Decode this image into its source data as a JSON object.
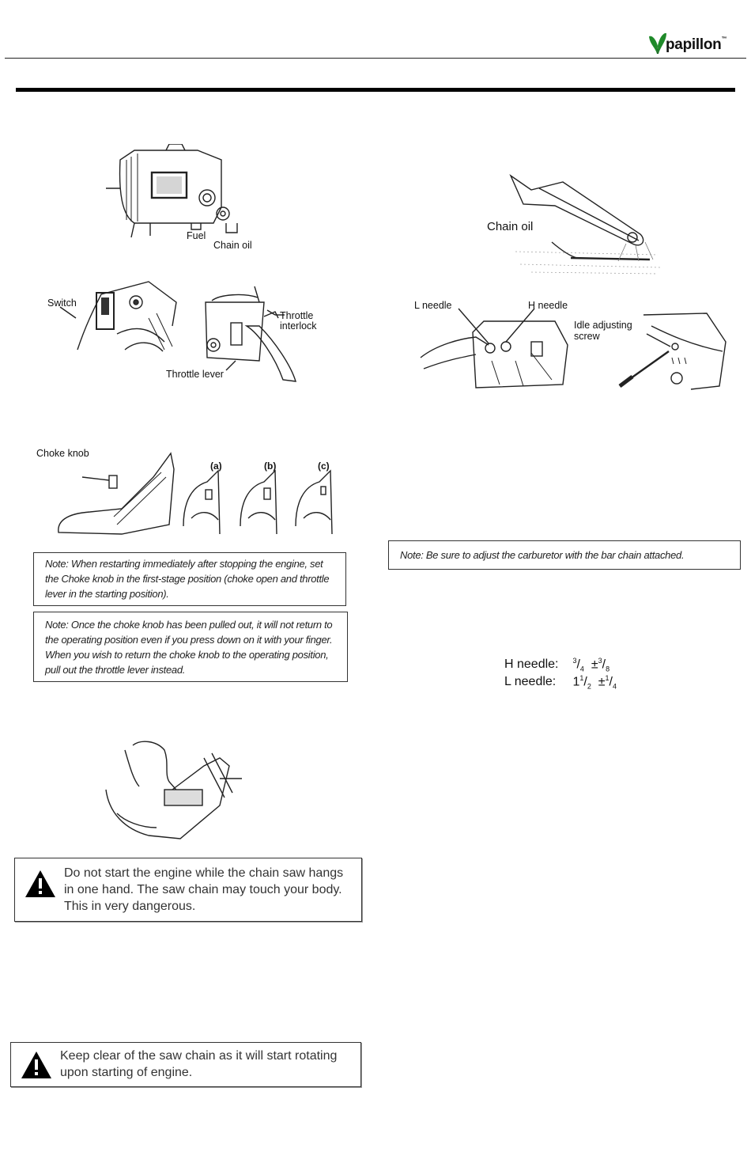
{
  "brand": {
    "name": "papillon",
    "tm": "™"
  },
  "figures": {
    "fuel_oil": {
      "fuel": "Fuel",
      "chain_oil": "Chain oil"
    },
    "switch_throttle": {
      "switch": "Switch",
      "throttle_interlock_1": "Throttle",
      "throttle_interlock_2": "interlock",
      "throttle_lever": "Throttle lever"
    },
    "choke": {
      "choke_knob": "Choke knob",
      "a": "(a)",
      "b": "(b)",
      "c": "(c)"
    },
    "bar_oil": {
      "chain_oil": "Chain oil"
    },
    "carburetor": {
      "l_needle": "L needle",
      "h_needle": "H needle",
      "idle_1": "Idle adjusting",
      "idle_2": "screw"
    }
  },
  "notes": {
    "restart": "Note: When restarting immediately after stopping the engine, set the Choke knob in the first-stage position (choke open and throttle lever in the starting position).",
    "choke_return": "Note: Once the choke knob has been pulled out, it will not return to the operating position even if you press down on it with your finger. When you wish to return the choke knob to the operating position, pull out the throttle lever instead.",
    "carburetor": "Note: Be sure to adjust the carburetor with the bar chain attached."
  },
  "warnings": {
    "one_hand": "Do not start the engine while the chain saw hangs in one hand. The saw chain may touch your body. This in very dangerous.",
    "keep_clear": "Keep clear of the saw chain as it will start rotating upon starting of engine."
  },
  "needle_specs": {
    "h": {
      "label": "H needle:",
      "whole": "",
      "num": "3",
      "den": "4",
      "tol_num": "3",
      "tol_den": "8"
    },
    "l": {
      "label": "L needle:",
      "whole": "1",
      "num": "1",
      "den": "2",
      "tol_num": "1",
      "tol_den": "4"
    }
  }
}
